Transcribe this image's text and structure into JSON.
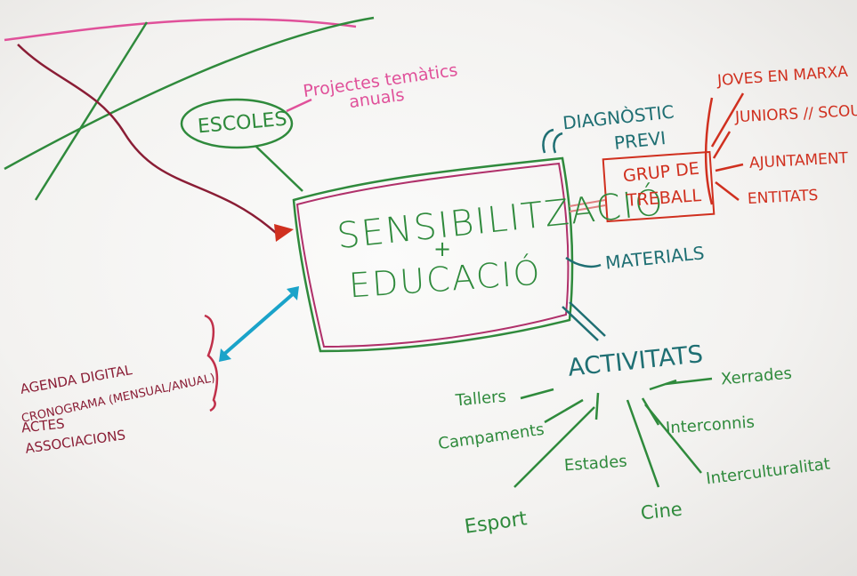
{
  "colors": {
    "green": "#2f8a3c",
    "teal": "#1f6f73",
    "red": "#d0301f",
    "pink": "#e0519a",
    "maroon": "#8a1d35",
    "blue": "#1aa3c9"
  },
  "center": {
    "line1": "SENSIBILITZACIÓ",
    "plus": "+",
    "line2": "EDUCACIÓ"
  },
  "escoles": {
    "label": "ESCOLES",
    "note_line1": "Projectes temàtics",
    "note_line2": "anuals"
  },
  "diagnostic": {
    "line1": "DIAGNÒSTIC",
    "line2": "PREVI"
  },
  "grup": {
    "line1": "GRUP DE",
    "line2": "TREBALL",
    "members": [
      "JOVES EN MARXA",
      "JUNIORS // SCOUTS",
      "AJUNTAMENT",
      "ENTITATS"
    ]
  },
  "materials": "MATERIALS",
  "agenda": {
    "items": [
      "AGENDA DIGITAL",
      "CRONOGRAMA (MENSUAL/ANUAL)",
      "ACTES",
      "ASSOCIACIONS"
    ]
  },
  "activitats": {
    "label": "ACTIVITATS",
    "items": [
      "Tallers",
      "Campaments",
      "Estades",
      "Esport",
      "Cine",
      "Interconnis",
      "Interculturalitat",
      "Xerrades"
    ]
  }
}
